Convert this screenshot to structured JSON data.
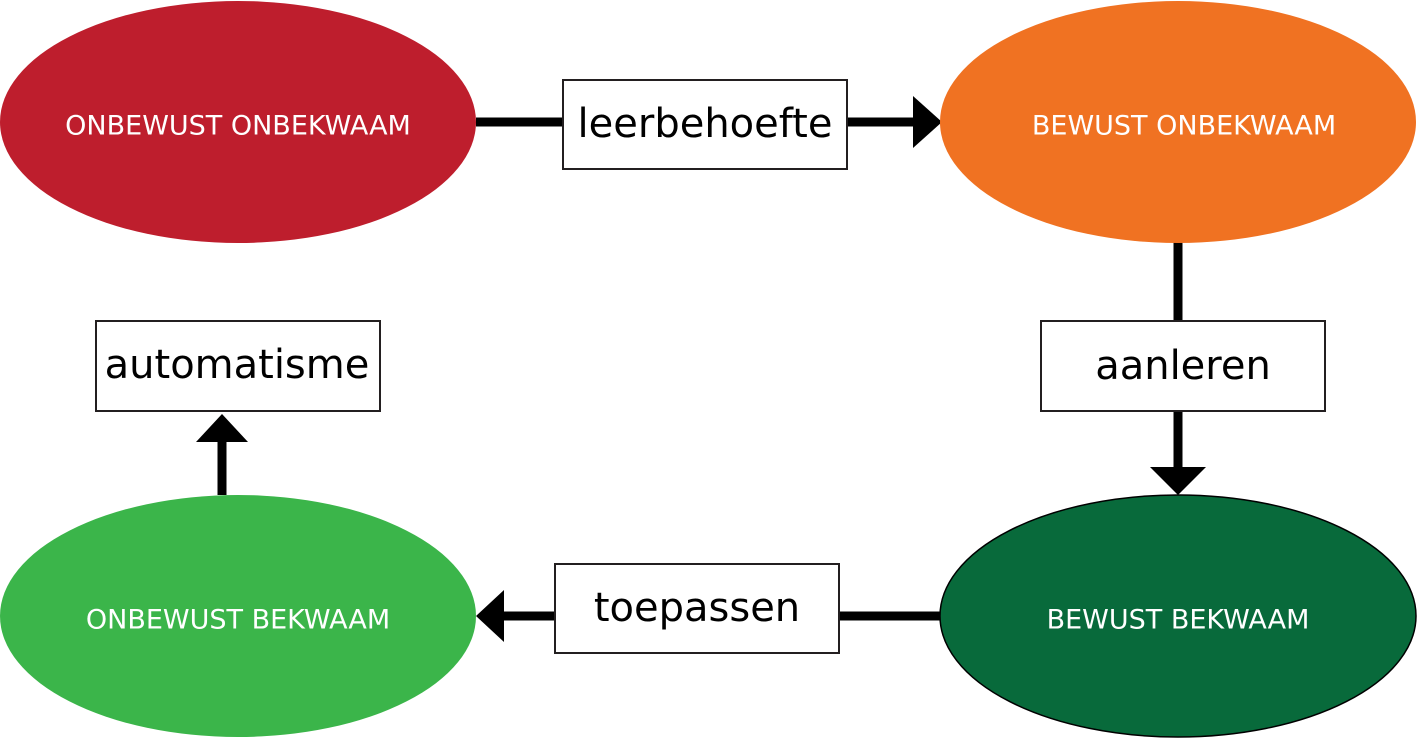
{
  "states": {
    "unconscious_incompetent": {
      "label": "ONBEWUST ONBEKWAAM",
      "color": "#be1e2d"
    },
    "conscious_incompetent": {
      "label": "BEWUST ONBEKWAAM",
      "color": "#f07222"
    },
    "conscious_competent": {
      "label": "BEWUST BEKWAAM",
      "color": "#086a3b"
    },
    "unconscious_competent": {
      "label": "ONBEWUST BEKWAAM",
      "color": "#3bb54a"
    }
  },
  "transitions": {
    "learning_need": "leerbehoefte",
    "learning": "aanleren",
    "applying": "toepassen",
    "automatism": "automatisme"
  }
}
